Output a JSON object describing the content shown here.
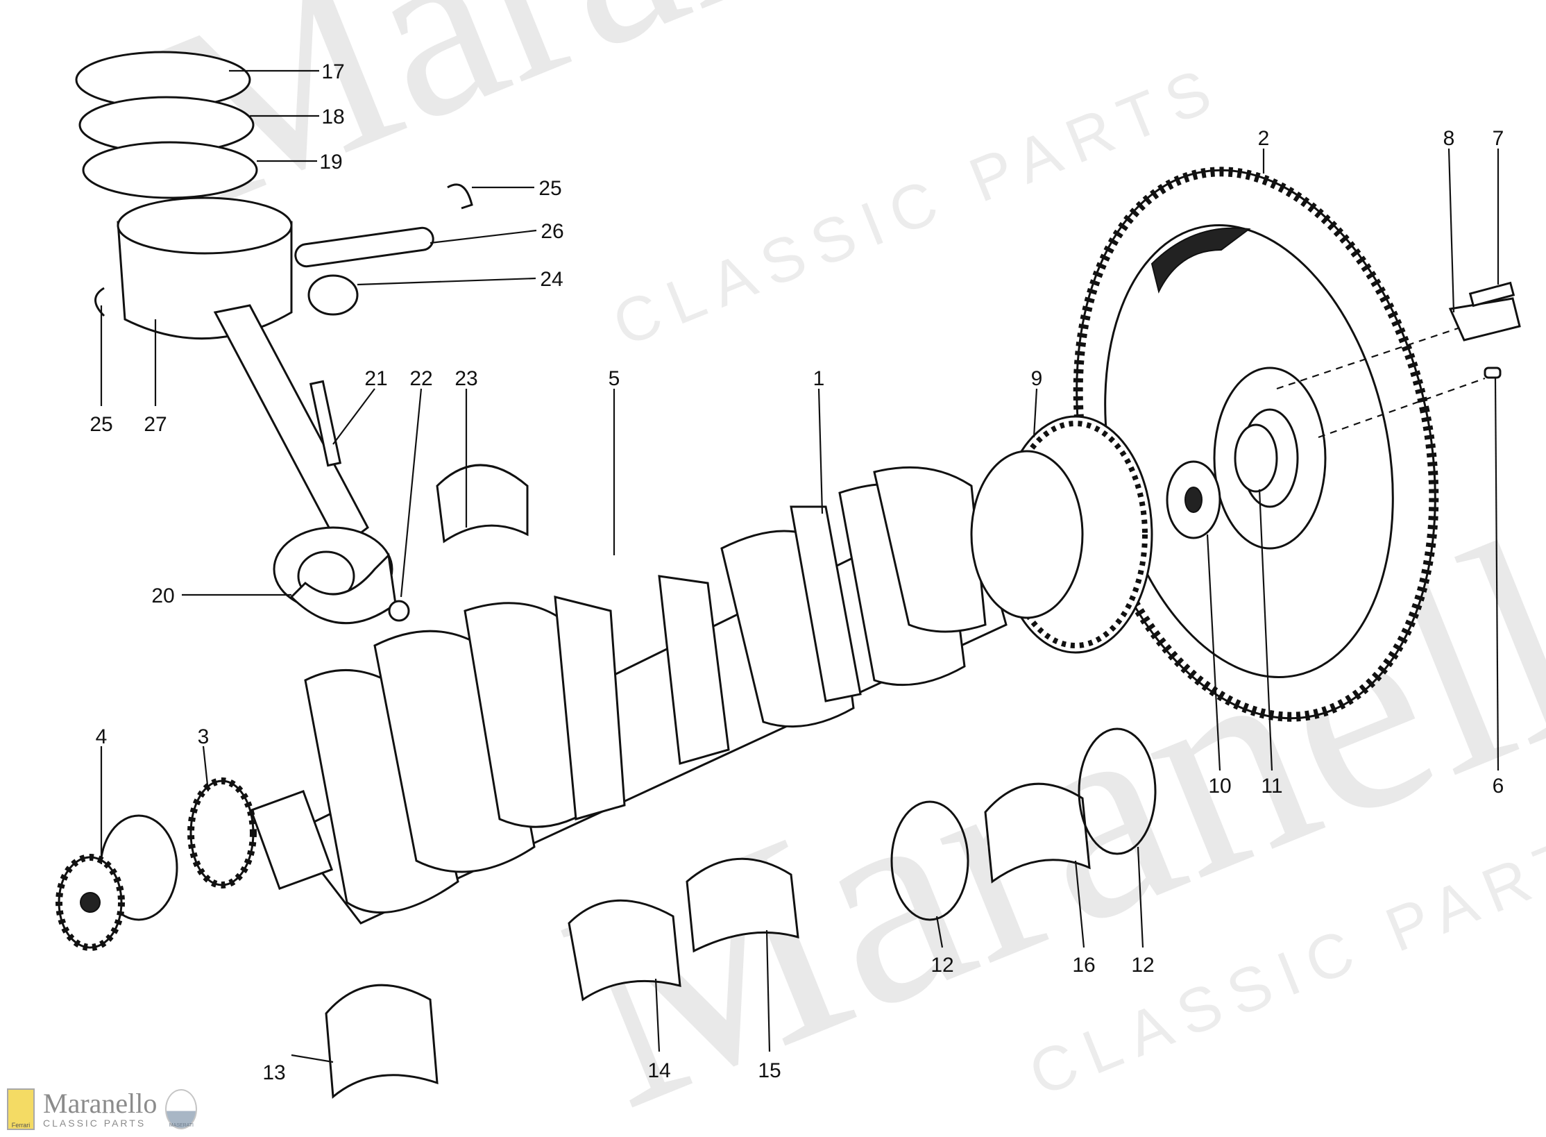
{
  "watermark": {
    "main": "Maranello",
    "sub": "CLASSIC PARTS"
  },
  "logo": {
    "title": "Maranello",
    "subtitle": "CLASSIC PARTS",
    "left_badge": "Ferrari",
    "right_badge": "MASERATI"
  },
  "callouts": {
    "c17": "17",
    "c18": "18",
    "c19": "19",
    "c25a": "25",
    "c26": "26",
    "c24": "24",
    "c25b": "25",
    "c27": "27",
    "c21": "21",
    "c22": "22",
    "c23": "23",
    "c5": "5",
    "c1": "1",
    "c9": "9",
    "c2": "2",
    "c8": "8",
    "c7": "7",
    "c20": "20",
    "c4": "4",
    "c3": "3",
    "c10": "10",
    "c11": "11",
    "c6": "6",
    "c12a": "12",
    "c16": "16",
    "c12b": "12",
    "c13": "13",
    "c14": "14",
    "c15": "15"
  }
}
